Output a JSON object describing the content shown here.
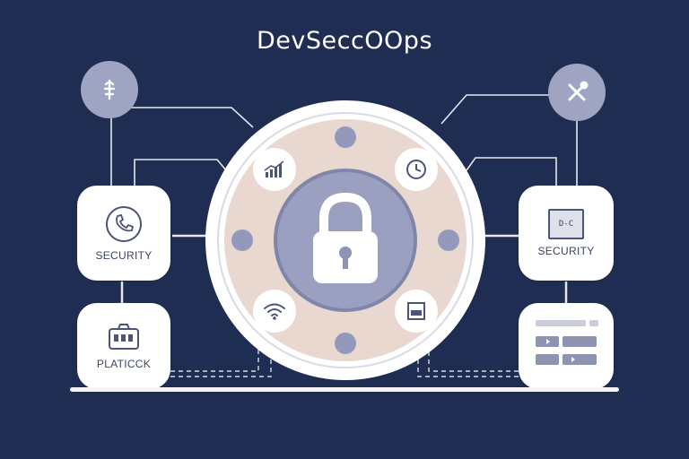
{
  "title": "DevSeccOOps",
  "cards": {
    "left_top_label": "SECURITY",
    "left_bottom_label": "PLATICCK",
    "right_top_label": "SECURITY",
    "right_top_badge": "D-C"
  },
  "icons": {
    "top_left": "tool-icon",
    "top_right": "wrench-cross-icon",
    "left_top_card": "phone-icon",
    "left_bottom_card": "panel-icon",
    "right_top_card": "server-icon",
    "right_bottom_card": "table-icon",
    "hub_center": "padlock-icon",
    "hub_nodes": [
      "chart-icon",
      "clock-icon",
      "wifi-icon",
      "document-icon"
    ]
  },
  "colors": {
    "background": "#1f2d52",
    "accent_beige": "#e9d8cf",
    "accent_lavender": "#9ba0c0"
  }
}
